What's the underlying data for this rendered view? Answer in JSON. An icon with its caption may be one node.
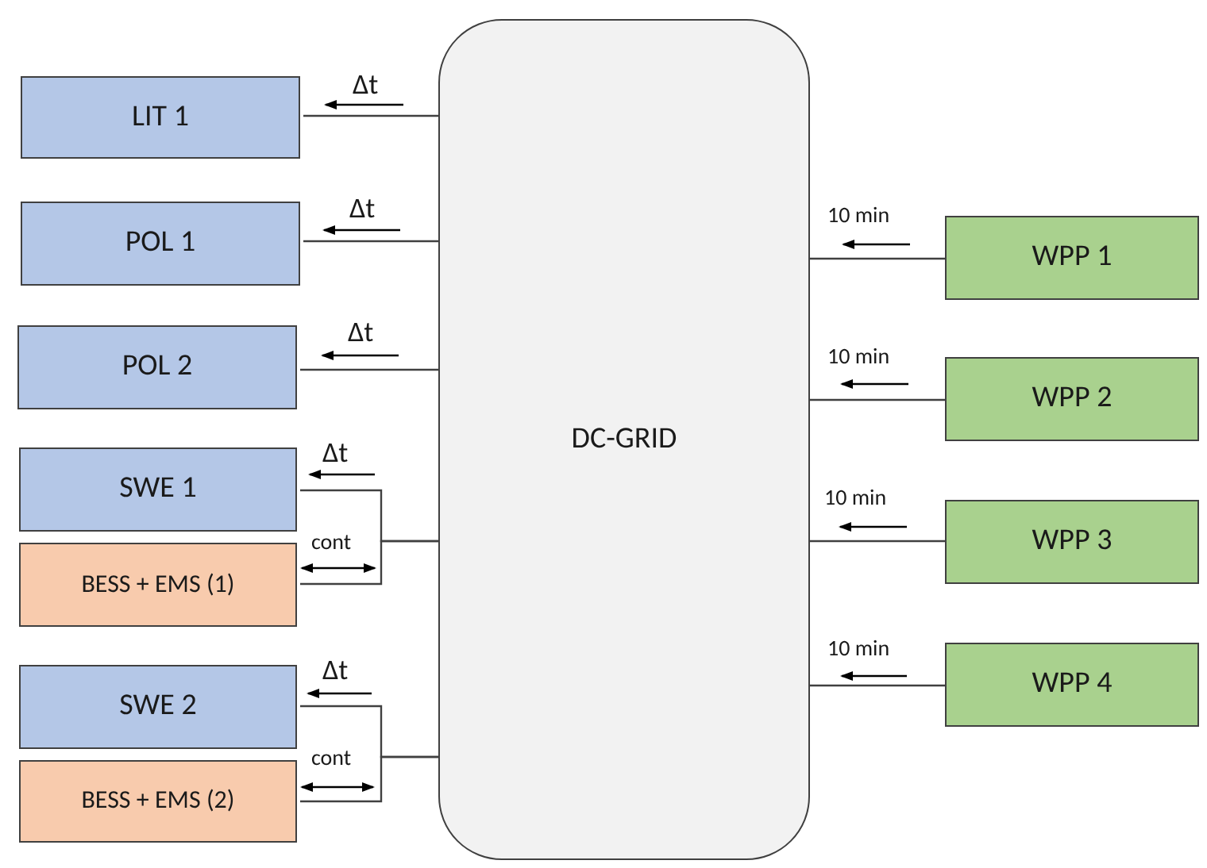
{
  "diagram": {
    "nodes": [
      {
        "text": [
          "DC-GRID"
        ]
      },
      {
        "text": [
          "LIT 1"
        ]
      },
      {
        "text": [
          "POL 1"
        ]
      },
      {
        "text": [
          "POL 2"
        ]
      },
      {
        "text": [
          "SWE 1"
        ]
      },
      {
        "text": [
          "BESS + EMS (1)"
        ]
      },
      {
        "text": [
          "SWE 2"
        ]
      },
      {
        "text": [
          "BESS + EMS (2)"
        ]
      },
      {
        "text": [
          "WPP 1"
        ]
      },
      {
        "text": [
          "WPP 2"
        ]
      },
      {
        "text": [
          "WPP 3"
        ]
      },
      {
        "text": [
          "WPP 4"
        ]
      }
    ],
    "edges": [
      {
        "from": 0,
        "to": 1,
        "arrow": "none",
        "label": "Δt"
      },
      {
        "from": 0,
        "to": 2,
        "arrow": "none",
        "label": "Δt"
      },
      {
        "from": 0,
        "to": 3,
        "arrow": "none",
        "label": "Δt"
      },
      {
        "from": 0,
        "to": 4,
        "arrow": "none",
        "label": "Δt"
      },
      {
        "from": 0,
        "to": 5,
        "arrow": "none",
        "label": "cont"
      },
      {
        "from": 0,
        "to": 6,
        "arrow": "none",
        "label": "Δt"
      },
      {
        "from": 0,
        "to": 7,
        "arrow": "none",
        "label": "cont"
      },
      {
        "from": 8,
        "to": 0,
        "arrow": "none",
        "label": "10 min"
      },
      {
        "from": 9,
        "to": 0,
        "arrow": "none",
        "label": "10 min"
      },
      {
        "from": 10,
        "to": 0,
        "arrow": "none",
        "label": "10 min"
      },
      {
        "from": 11,
        "to": 0,
        "arrow": "none",
        "label": "10 min"
      }
    ]
  }
}
